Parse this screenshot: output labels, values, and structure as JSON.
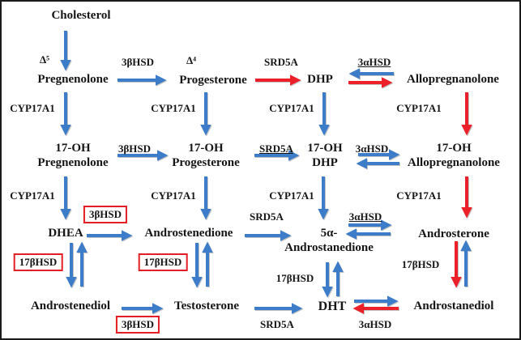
{
  "colors": {
    "arrow_blue": "#3d7cc9",
    "arrow_red": "#ec2028",
    "box_border_red": "#e41e25",
    "text_black": "#151515",
    "background": "#ffffff",
    "border": "#1a1a1a"
  },
  "compounds": {
    "cholesterol": "Cholesterol",
    "pregnenolone": "Pregnenolone",
    "progesterone": "Progesterone",
    "dhp": "DHP",
    "allopregnanolone": "Allopregnanolone",
    "oh17": "17-OH",
    "oh_pregnenolone": "Pregnenolone",
    "oh_progesterone": "Progesterone",
    "oh_dhp": "DHP",
    "oh_allopregnanolone": "Allopregnanolone",
    "dhea": "DHEA",
    "androstenedione": "Androstenedione",
    "androstanedione_line1": "5α-",
    "androstanedione_line2": "Androstanedione",
    "androsterone": "Androsterone",
    "androstenediol": "Androstenediol",
    "testosterone": "Testosterone",
    "dht": "DHT",
    "androstanediol": "Androstanediol"
  },
  "enzymes": {
    "delta5": "Δ⁵",
    "delta4": "Δ⁴",
    "hsd3b": "3βHSD",
    "srd5a": "SRD5A",
    "hsd3a": "3αHSD",
    "cyp17a1": "CYP17A1",
    "hsd17b": "17βHSD"
  }
}
